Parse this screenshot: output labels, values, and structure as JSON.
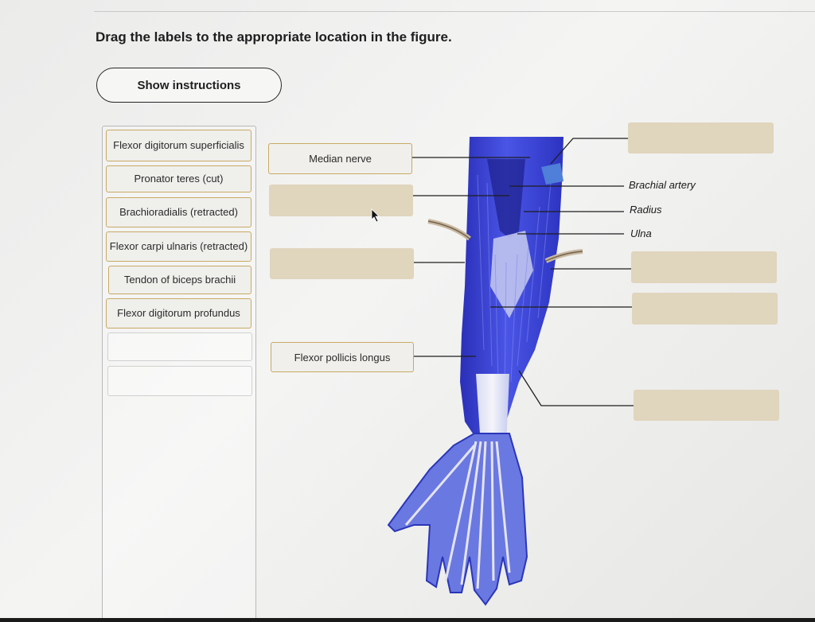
{
  "instruction": "Drag the labels to the appropriate location in the figure.",
  "show_instructions_label": "Show instructions",
  "bank_labels": [
    "Flexor digitorum superficialis",
    "Pronator teres (cut)",
    "Brachioradialis (retracted)",
    "Flexor carpi ulnaris (retracted)",
    "Tendon of biceps brachii",
    "Flexor digitorum profundus"
  ],
  "placed_labels": {
    "median_nerve": "Median nerve",
    "flexor_pollicis_longus": "Flexor pollicis longus"
  },
  "fixed_labels": {
    "brachial_artery": "Brachial artery",
    "radius": "Radius",
    "ulna": "Ulna"
  },
  "colors": {
    "accent_border": "#c8aa64",
    "drop_target": "#e0d5bd",
    "muscle_blue": "#3b46d6"
  }
}
